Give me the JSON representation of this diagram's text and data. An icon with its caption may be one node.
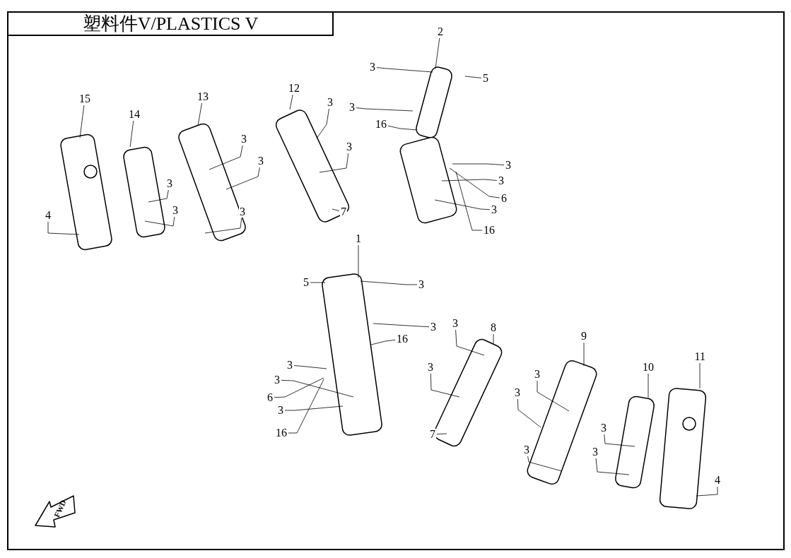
{
  "diagram": {
    "title": "塑料件V/PLASTICS V",
    "nodes": [
      {
        "text": [
          "15"
        ]
      },
      {
        "text": [
          "14"
        ]
      },
      {
        "text": [
          "13"
        ]
      },
      {
        "text": [
          "12"
        ]
      },
      {
        "text": [
          "2"
        ]
      },
      {
        "text": [
          "3"
        ]
      },
      {
        "text": [
          "5"
        ]
      },
      {
        "text": [
          "3"
        ]
      },
      {
        "text": [
          "16"
        ]
      },
      {
        "text": [
          "3"
        ]
      },
      {
        "text": [
          "3"
        ]
      },
      {
        "text": [
          "3"
        ]
      },
      {
        "text": [
          "3"
        ]
      },
      {
        "text": [
          "3"
        ]
      },
      {
        "text": [
          "3"
        ]
      },
      {
        "text": [
          "3"
        ]
      },
      {
        "text": [
          "4"
        ]
      },
      {
        "text": [
          "7"
        ]
      },
      {
        "text": [
          "3"
        ]
      },
      {
        "text": [
          "3"
        ]
      },
      {
        "text": [
          "6"
        ]
      },
      {
        "text": [
          "3"
        ]
      },
      {
        "text": [
          "16"
        ]
      },
      {
        "text": [
          "1"
        ]
      },
      {
        "text": [
          "5"
        ]
      },
      {
        "text": [
          "3"
        ]
      },
      {
        "text": [
          "3"
        ]
      },
      {
        "text": [
          "16"
        ]
      },
      {
        "text": [
          "8"
        ]
      },
      {
        "text": [
          "3"
        ]
      },
      {
        "text": [
          "3"
        ]
      },
      {
        "text": [
          "3"
        ]
      },
      {
        "text": [
          "3"
        ]
      },
      {
        "text": [
          "6"
        ]
      },
      {
        "text": [
          "3"
        ]
      },
      {
        "text": [
          "16"
        ]
      },
      {
        "text": [
          "7"
        ]
      },
      {
        "text": [
          "9"
        ]
      },
      {
        "text": [
          "3"
        ]
      },
      {
        "text": [
          "3"
        ]
      },
      {
        "text": [
          "3"
        ]
      },
      {
        "text": [
          "10"
        ]
      },
      {
        "text": [
          "11"
        ]
      },
      {
        "text": [
          "3"
        ]
      },
      {
        "text": [
          "3"
        ]
      },
      {
        "text": [
          "4"
        ]
      }
    ],
    "edges": [
      {
        "from": 0,
        "to": null,
        "arrow": "none"
      },
      {
        "from": 1,
        "to": null,
        "arrow": "none"
      },
      {
        "from": 2,
        "to": null,
        "arrow": "none"
      },
      {
        "from": 3,
        "to": null,
        "arrow": "none"
      },
      {
        "from": 4,
        "to": null,
        "arrow": "none"
      },
      {
        "from": 5,
        "to": null,
        "arrow": "none"
      },
      {
        "from": 6,
        "to": null,
        "arrow": "none"
      },
      {
        "from": 7,
        "to": null,
        "arrow": "none"
      },
      {
        "from": 8,
        "to": null,
        "arrow": "none"
      },
      {
        "from": 9,
        "to": null,
        "arrow": "none"
      },
      {
        "from": 10,
        "to": null,
        "arrow": "none"
      },
      {
        "from": 11,
        "to": null,
        "arrow": "none"
      },
      {
        "from": 12,
        "to": null,
        "arrow": "none"
      },
      {
        "from": 13,
        "to": null,
        "arrow": "none"
      },
      {
        "from": 14,
        "to": null,
        "arrow": "none"
      },
      {
        "from": 15,
        "to": null,
        "arrow": "none"
      },
      {
        "from": 16,
        "to": null,
        "arrow": "none"
      },
      {
        "from": 17,
        "to": null,
        "arrow": "none"
      },
      {
        "from": 18,
        "to": null,
        "arrow": "none"
      },
      {
        "from": 19,
        "to": null,
        "arrow": "none"
      },
      {
        "from": 20,
        "to": null,
        "arrow": "none"
      },
      {
        "from": 21,
        "to": null,
        "arrow": "none"
      },
      {
        "from": 22,
        "to": null,
        "arrow": "none"
      },
      {
        "from": 23,
        "to": null,
        "arrow": "none"
      },
      {
        "from": 24,
        "to": null,
        "arrow": "none"
      },
      {
        "from": 25,
        "to": null,
        "arrow": "none"
      },
      {
        "from": 26,
        "to": null,
        "arrow": "none"
      },
      {
        "from": 27,
        "to": null,
        "arrow": "none"
      },
      {
        "from": 28,
        "to": null,
        "arrow": "none"
      },
      {
        "from": 29,
        "to": null,
        "arrow": "none"
      },
      {
        "from": 30,
        "to": null,
        "arrow": "none"
      },
      {
        "from": 31,
        "to": null,
        "arrow": "none"
      },
      {
        "from": 32,
        "to": null,
        "arrow": "none"
      },
      {
        "from": 33,
        "to": null,
        "arrow": "none"
      },
      {
        "from": 34,
        "to": null,
        "arrow": "none"
      },
      {
        "from": 35,
        "to": null,
        "arrow": "none"
      },
      {
        "from": 36,
        "to": null,
        "arrow": "none"
      },
      {
        "from": 37,
        "to": null,
        "arrow": "none"
      },
      {
        "from": 38,
        "to": null,
        "arrow": "none"
      },
      {
        "from": 39,
        "to": null,
        "arrow": "none"
      },
      {
        "from": 40,
        "to": null,
        "arrow": "none"
      },
      {
        "from": 41,
        "to": null,
        "arrow": "none"
      },
      {
        "from": 42,
        "to": null,
        "arrow": "none"
      },
      {
        "from": 43,
        "to": null,
        "arrow": "none"
      },
      {
        "from": 44,
        "to": null,
        "arrow": "none"
      },
      {
        "from": 45,
        "to": null,
        "arrow": "none"
      }
    ],
    "labels": [
      "FWD"
    ]
  }
}
